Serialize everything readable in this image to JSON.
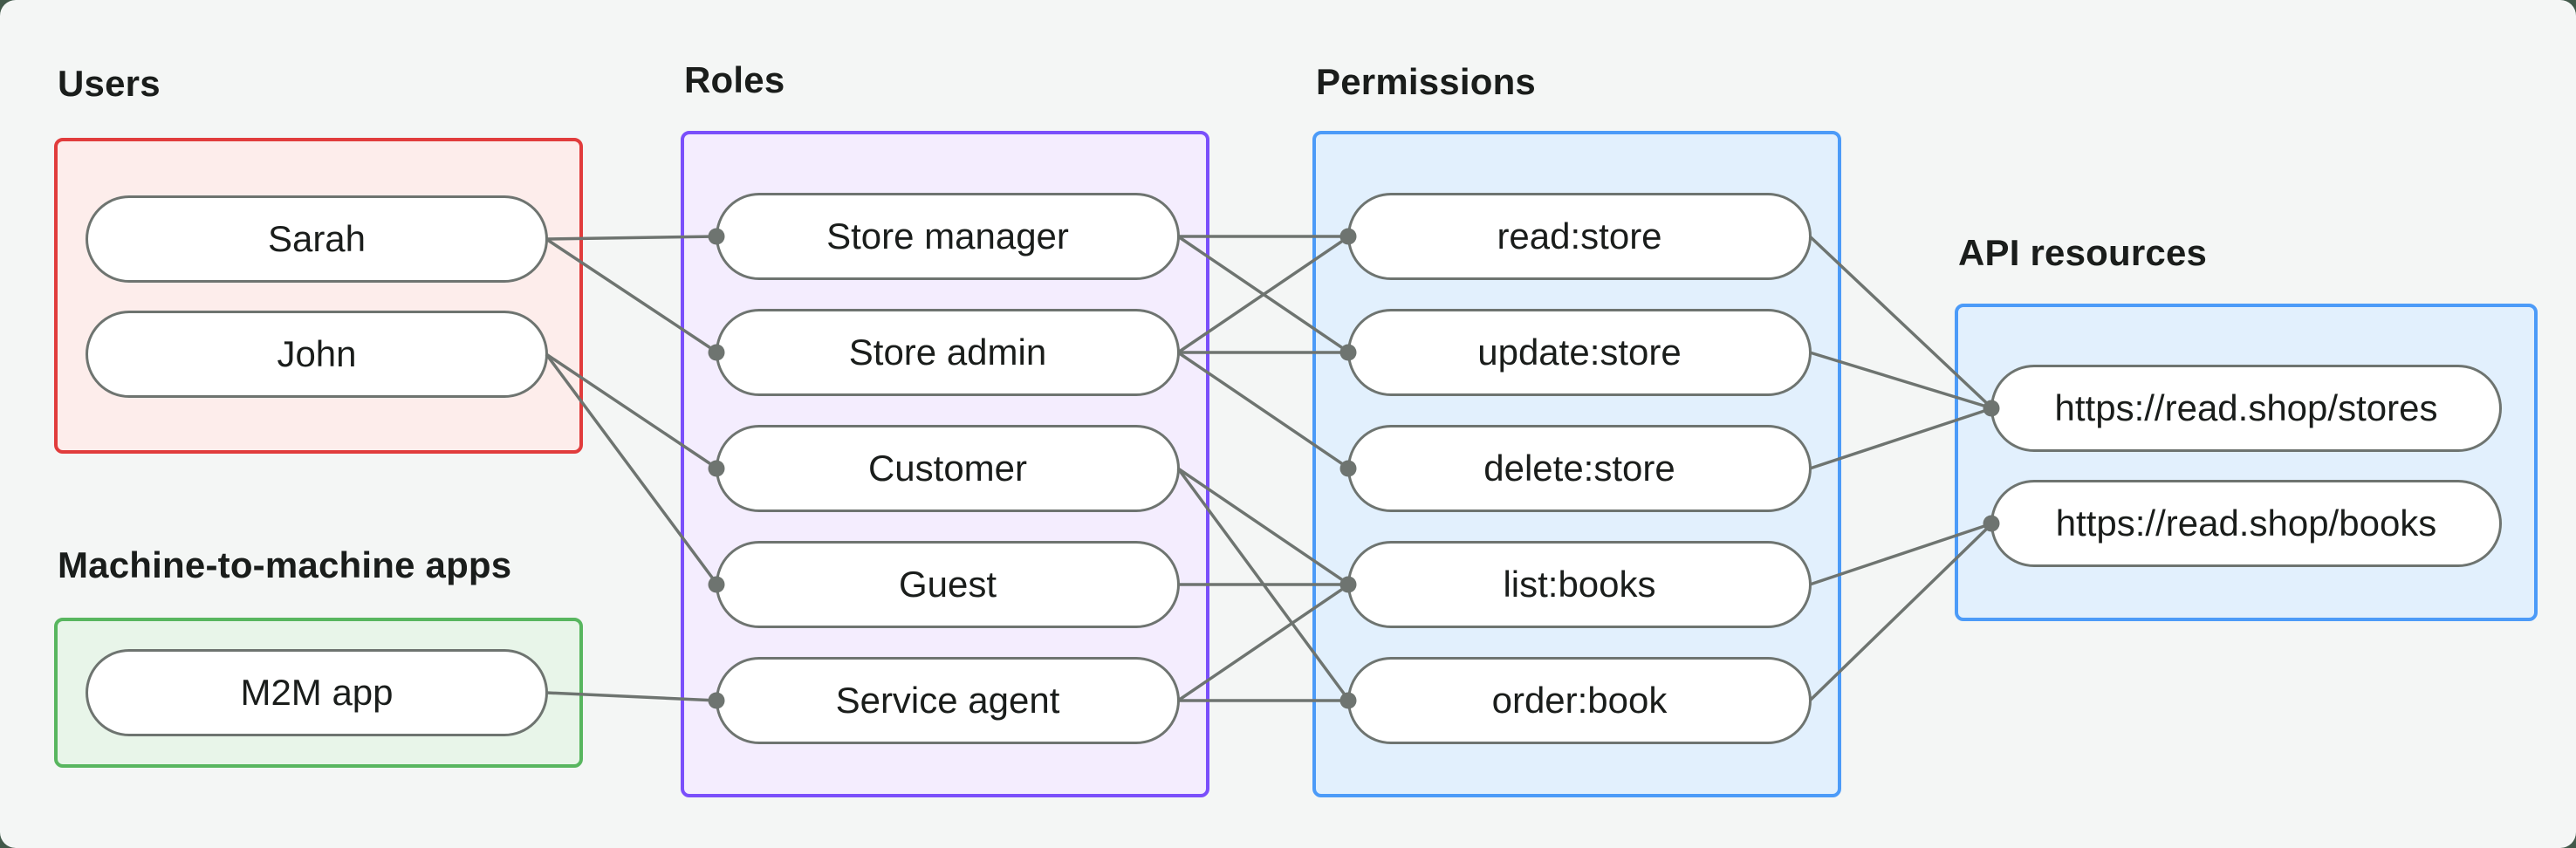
{
  "canvas": {
    "background": "#f4f6f5",
    "outside_color": "#42594a"
  },
  "sections": [
    {
      "id": "users",
      "label": "Users",
      "accent": "#e13c3c",
      "fill": "#fdedeb"
    },
    {
      "id": "m2m",
      "label": "Machine-to-machine apps",
      "accent": "#58b65f",
      "fill": "#e8f5e9"
    },
    {
      "id": "roles",
      "label": "Roles",
      "accent": "#7a4ffb",
      "fill": "#f4edfe"
    },
    {
      "id": "permissions",
      "label": "Permissions",
      "accent": "#4c9bf8",
      "fill": "#e2f0fd"
    },
    {
      "id": "api",
      "label": "API resources",
      "accent": "#4c9bf8",
      "fill": "#e2f0fd"
    }
  ],
  "nodes": [
    {
      "id": "sarah",
      "label": "Sarah",
      "section": "users"
    },
    {
      "id": "john",
      "label": "John",
      "section": "users"
    },
    {
      "id": "m2m-app",
      "label": "M2M app",
      "section": "m2m"
    },
    {
      "id": "store-manager",
      "label": "Store manager",
      "section": "roles"
    },
    {
      "id": "store-admin",
      "label": "Store admin",
      "section": "roles"
    },
    {
      "id": "customer",
      "label": "Customer",
      "section": "roles"
    },
    {
      "id": "guest",
      "label": "Guest",
      "section": "roles"
    },
    {
      "id": "service-agent",
      "label": "Service agent",
      "section": "roles"
    },
    {
      "id": "read-store",
      "label": "read:store",
      "section": "permissions"
    },
    {
      "id": "update-store",
      "label": "update:store",
      "section": "permissions"
    },
    {
      "id": "delete-store",
      "label": "delete:store",
      "section": "permissions"
    },
    {
      "id": "list-books",
      "label": "list:books",
      "section": "permissions"
    },
    {
      "id": "order-book",
      "label": "order:book",
      "section": "permissions"
    },
    {
      "id": "stores-api",
      "label": "https://read.shop/stores",
      "section": "api"
    },
    {
      "id": "books-api",
      "label": "https://read.shop/books",
      "section": "api"
    }
  ],
  "edges": [
    {
      "from": "sarah",
      "to": "store-manager"
    },
    {
      "from": "sarah",
      "to": "store-admin"
    },
    {
      "from": "john",
      "to": "customer"
    },
    {
      "from": "john",
      "to": "guest"
    },
    {
      "from": "m2m-app",
      "to": "service-agent"
    },
    {
      "from": "store-manager",
      "to": "read-store"
    },
    {
      "from": "store-manager",
      "to": "update-store"
    },
    {
      "from": "store-admin",
      "to": "read-store"
    },
    {
      "from": "store-admin",
      "to": "update-store"
    },
    {
      "from": "store-admin",
      "to": "delete-store"
    },
    {
      "from": "customer",
      "to": "list-books"
    },
    {
      "from": "customer",
      "to": "order-book"
    },
    {
      "from": "guest",
      "to": "list-books"
    },
    {
      "from": "service-agent",
      "to": "list-books"
    },
    {
      "from": "service-agent",
      "to": "order-book"
    },
    {
      "from": "read-store",
      "to": "stores-api"
    },
    {
      "from": "update-store",
      "to": "stores-api"
    },
    {
      "from": "delete-store",
      "to": "stores-api"
    },
    {
      "from": "list-books",
      "to": "books-api"
    },
    {
      "from": "order-book",
      "to": "books-api"
    }
  ],
  "styles": {
    "connector_color": "#6e7470",
    "node_border_color": "#6e7470",
    "text_color": "#1a1d1b"
  }
}
